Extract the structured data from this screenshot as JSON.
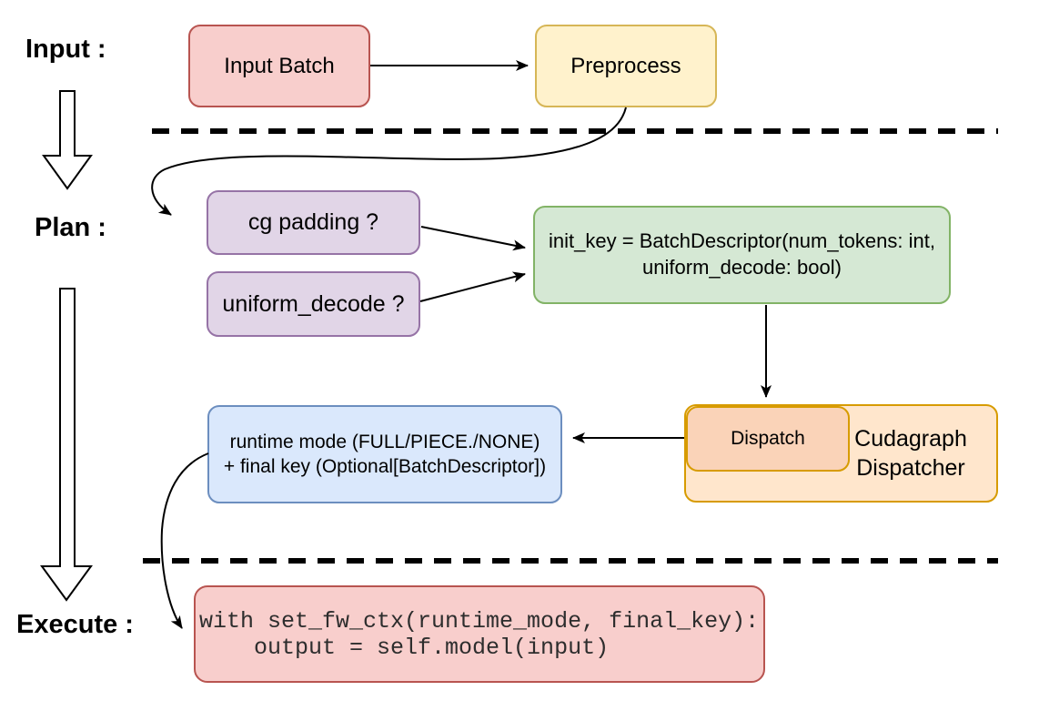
{
  "sections": {
    "input_label": "Input :",
    "plan_label": "Plan :",
    "execute_label": "Execute :"
  },
  "nodes": {
    "input_batch": {
      "label": "Input Batch"
    },
    "preprocess": {
      "label": "Preprocess"
    },
    "cg_padding": {
      "label": "cg padding ?"
    },
    "uniform_decode": {
      "label": "uniform_decode ?"
    },
    "init_key": {
      "line1": "init_key = BatchDescriptor(num_tokens: int,",
      "line2": "uniform_decode: bool)"
    },
    "runtime": {
      "line1": "runtime mode (FULL/PIECE./NONE)",
      "line2": "+ final key (Optional[BatchDescriptor])"
    },
    "dispatch": {
      "label": "Dispatch"
    },
    "cudagraph_dispatcher": {
      "line1": "Cudagraph",
      "line2": "Dispatcher"
    },
    "execute_code": {
      "line1": "with set_fw_ctx(runtime_mode, final_key):",
      "line2": "    output = self.model(input)"
    }
  },
  "colors": {
    "pink_fill": "#f8cecc",
    "pink_border": "#b85450",
    "yellow_fill": "#fff2cc",
    "yellow_border": "#d6b656",
    "purple_fill": "#e1d5e7",
    "purple_border": "#9673a6",
    "green_fill": "#d5e8d4",
    "green_border": "#82b366",
    "blue_fill": "#dae8fc",
    "blue_border": "#6c8ebf",
    "orange_fill": "#ffe6cc",
    "orange_inner_fill": "#fad3b8",
    "orange_border": "#d79b00",
    "connector": "#000000"
  }
}
